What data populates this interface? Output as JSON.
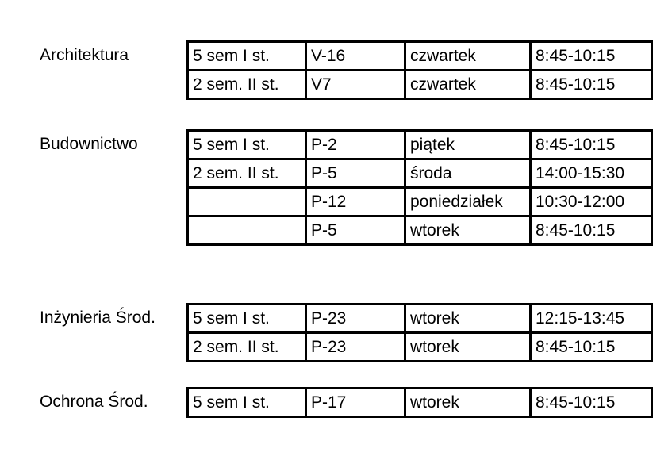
{
  "colors": {
    "highlight": "#ffff00",
    "border": "#000000",
    "text": "#000000",
    "background": "#ffffff"
  },
  "sections": [
    {
      "label": "Architektura",
      "rows": [
        {
          "semester": "5 sem I st.",
          "room": "V-16",
          "day": "czwartek",
          "time": "8:45-10:15"
        },
        {
          "semester": "2 sem. II st.",
          "room": "V7",
          "day": "czwartek",
          "time": "8:45-10:15"
        }
      ]
    },
    {
      "label": "Budownictwo",
      "rows": [
        {
          "semester": "5 sem I st.",
          "room": "P-2",
          "day": "piątek",
          "time": "8:45-10:15",
          "highlighted": true
        },
        {
          "semester": "2 sem. II st.",
          "room": "P-5",
          "day": "środa",
          "time": "14:00-15:30",
          "highlighted": true
        },
        {
          "semester": "",
          "room": "P-12",
          "day": "poniedziałek",
          "time": "10:30-12:00"
        },
        {
          "semester": "",
          "room": "P-5",
          "day": "wtorek",
          "time": "8:45-10:15"
        }
      ]
    },
    {
      "label": "Inżynieria Środ.",
      "rows": [
        {
          "semester": "5 sem I st.",
          "room": "P-23",
          "day": "wtorek",
          "time": "12:15-13:45"
        },
        {
          "semester": "2 sem. II st.",
          "room": "P-23",
          "day": "wtorek",
          "time": "8:45-10:15"
        }
      ]
    },
    {
      "label": "Ochrona Środ.",
      "rows": [
        {
          "semester": "5 sem I st.",
          "room": "P-17",
          "day": "wtorek",
          "time": "8:45-10:15"
        }
      ]
    }
  ]
}
